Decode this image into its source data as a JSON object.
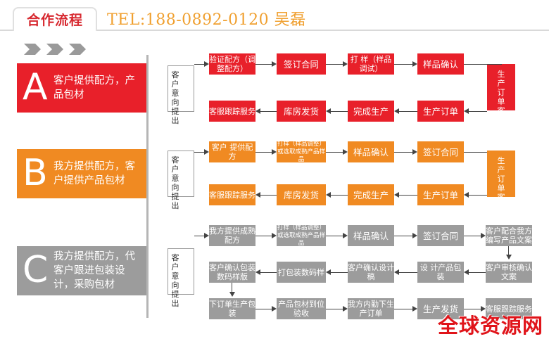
{
  "header": {
    "title": "合作流程",
    "contact": "TEL:188-0892-0120   吴磊"
  },
  "colors": {
    "red": "#e8202a",
    "orange": "#f08a22",
    "gray": "#9c9c9c"
  },
  "sections": [
    {
      "letter": "A",
      "text": "客户提供配方，产品包材"
    },
    {
      "letter": "B",
      "text": "我方提供配方，客户提供产品包材"
    },
    {
      "letter": "C",
      "text": "我方提供配方，代客户跟进包装设计，采购包材"
    }
  ],
  "side_label": "客户意向提出",
  "rowA": {
    "top": [
      "验证配方（调整配方）",
      "签订合同",
      "打 样（样品调试）",
      "样品确认"
    ],
    "right": "生产订单客户下",
    "bottom": [
      "客服跟踪服务",
      "库房发货",
      "完成生产",
      "生产订单"
    ]
  },
  "rowB": {
    "top": [
      "客户 提供配方",
      "打样（样品调整）或选取成熟产品样品",
      "样品确认",
      "签订合同"
    ],
    "right": "生产订单客户下",
    "bottom": [
      "客服跟踪服务",
      "库房发货",
      "完成生产",
      "生产订单"
    ]
  },
  "rowC": {
    "r1": [
      "我方提供成熟配方",
      "打样（样品调整）或选取成熟产品样品",
      "样品确认",
      "签订合同",
      "客户配合我方编写产品文案"
    ],
    "r2": [
      "客户确认包装数码样版",
      "打包装数码样",
      "客户确认设计稿",
      "设 计产品包装",
      "客户审核确认文案"
    ],
    "r3": [
      "下订单生产包装",
      "产品包材到位验收",
      "我方内勤下生产订单",
      "生产发货",
      "客服跟踪服务"
    ]
  },
  "watermark": "全球资源网"
}
